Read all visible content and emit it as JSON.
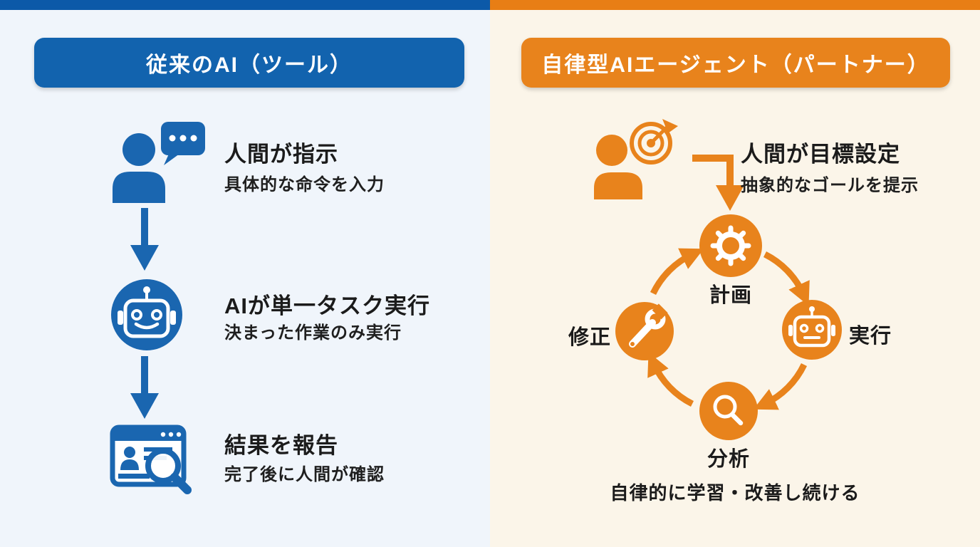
{
  "colors": {
    "blue_bar": "#0c59a8",
    "blue": "#1263ae",
    "blue_icon": "#1a66b0",
    "left_bg": "#f0f5fb",
    "orange_bar": "#e87e15",
    "orange": "#e8831c",
    "right_bg": "#fbf5e9",
    "text": "#1b1b1b"
  },
  "left": {
    "header": "従来のAI（ツール）",
    "steps": [
      {
        "icon": "person-chat-icon",
        "title": "人間が指示",
        "subtitle": "具体的な命令を入力"
      },
      {
        "icon": "robot-icon",
        "title": "AIが単一タスク実行",
        "subtitle": "決まった作業のみ実行"
      },
      {
        "icon": "report-review-icon",
        "title": "結果を報告",
        "subtitle": "完了後に人間が確認"
      }
    ]
  },
  "right": {
    "header": "自律型AIエージェント（パートナー）",
    "goal": {
      "icon": "person-target-icon",
      "title": "人間が目標設定",
      "subtitle": "抽象的なゴールを提示"
    },
    "cycle": [
      {
        "icon": "gear-icon",
        "label": "計画"
      },
      {
        "icon": "robot-icon",
        "label": "実行"
      },
      {
        "icon": "magnifier-icon",
        "label": "分析"
      },
      {
        "icon": "wrench-icon",
        "label": "修正"
      }
    ],
    "caption": "自律的に学習・改善し続ける"
  }
}
